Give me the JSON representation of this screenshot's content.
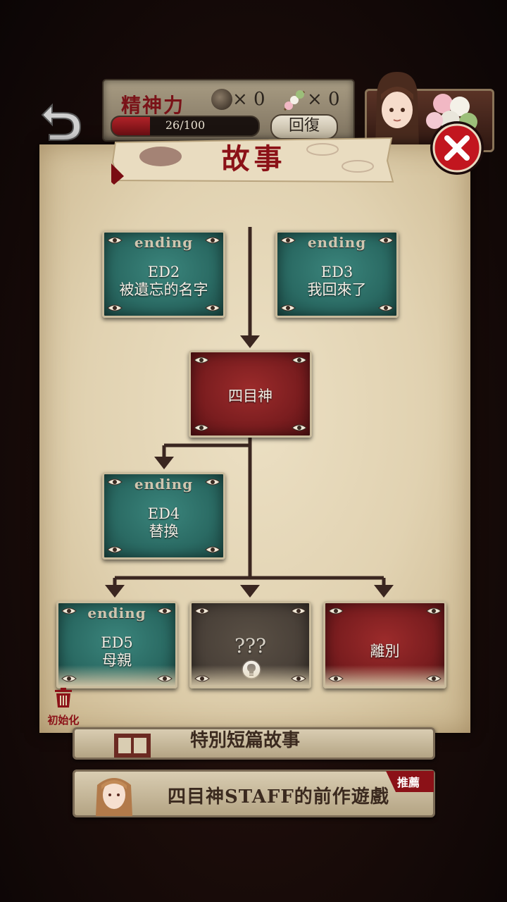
{
  "hud": {
    "spirit_label": "精神力",
    "item1_count": "× 0",
    "item2_count": "× 0",
    "spirit_value": "26/100",
    "spirit_fraction": 0.26,
    "recover_label": "回復"
  },
  "dialog": {
    "title": "故事"
  },
  "cards": {
    "ed2": {
      "tag": "ending",
      "code": "ED2",
      "title": "被遺忘的名字"
    },
    "ed3": {
      "tag": "ending",
      "code": "ED3",
      "title": "我回來了"
    },
    "yotsume": {
      "title": "四目神"
    },
    "ed4": {
      "tag": "ending",
      "code": "ED4",
      "title": "替換"
    },
    "ed5": {
      "tag": "ending",
      "code": "ED5",
      "title": "母親"
    },
    "locked": {
      "title": "???"
    },
    "farewell": {
      "title": "離別"
    }
  },
  "reset": {
    "label": "初始化"
  },
  "menu": {
    "special_story": "特別短篇故事",
    "prev_game": "四目神STAFF的前作遊戲",
    "recommend_badge": "推薦"
  },
  "colors": {
    "teal_card": "#2a6a63",
    "red_card": "#7a1d1f",
    "gray_card": "#4a4139",
    "accent_red": "#8b1117",
    "parchment": "#e1d2b1",
    "flow_line": "#3a2620"
  }
}
